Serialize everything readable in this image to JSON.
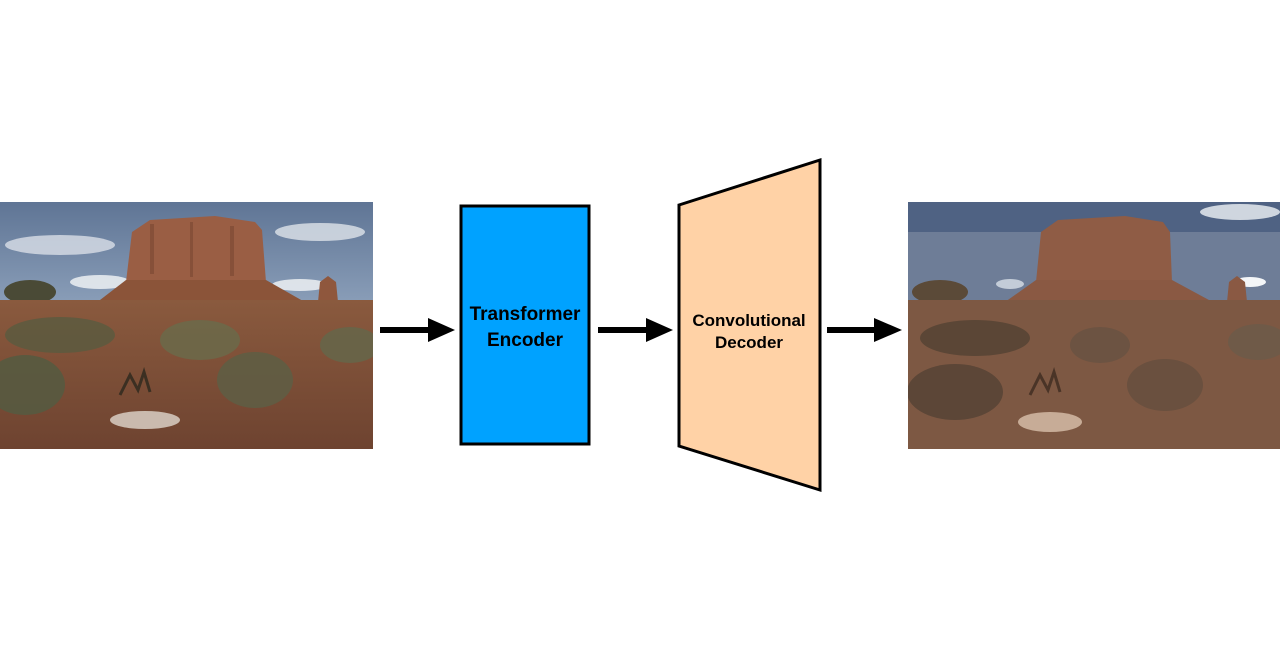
{
  "encoder": {
    "line1": "Transformer",
    "line2": "Encoder",
    "color": "#00A2FF"
  },
  "decoder": {
    "line1": "Convolutional",
    "line2": "Decoder",
    "color": "#FFD2A6"
  },
  "input_image": {
    "subject": "desert butte landscape photo"
  },
  "output_image": {
    "subject": "segmented desert butte landscape"
  },
  "arrow_color": "#000000"
}
